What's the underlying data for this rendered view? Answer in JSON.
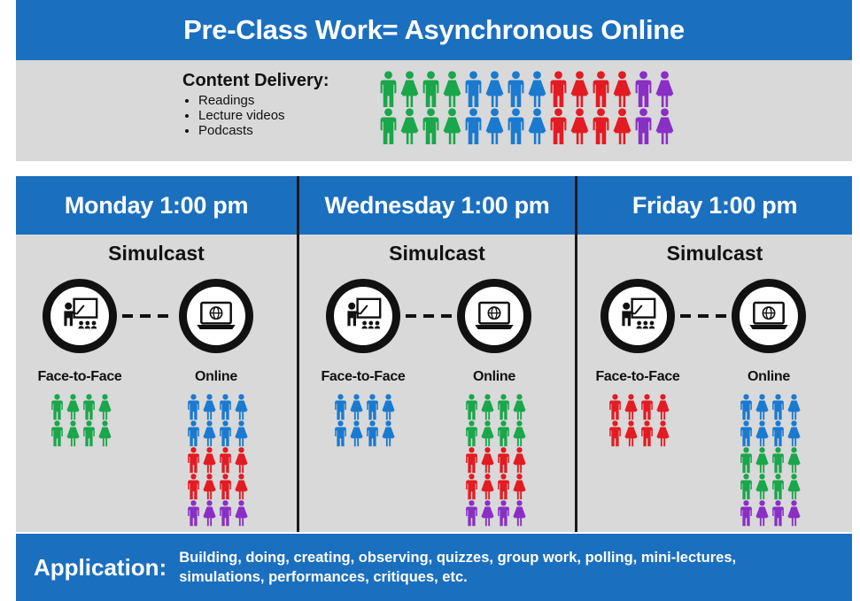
{
  "header": {
    "title": "Pre-Class Work= Asynchronous Online"
  },
  "content_delivery": {
    "heading": "Content Delivery:",
    "items": [
      "Readings",
      "Lecture videos",
      "Podcasts"
    ],
    "crowd_colors": [
      "green",
      "green",
      "green",
      "green",
      "blue",
      "blue",
      "blue",
      "blue",
      "red",
      "red",
      "red",
      "red",
      "purple",
      "purple"
    ]
  },
  "colors": {
    "banner": "#1b6fbf",
    "panel": "#d9d9d9",
    "green": "#1aa64b",
    "blue": "#1a7ad0",
    "red": "#e31b23",
    "purple": "#8a2fc6"
  },
  "days": [
    {
      "title": "Monday 1:00 pm",
      "mode": "Simulcast",
      "face_label": "Face-to-Face",
      "online_label": "Online",
      "face_groups": [
        "green",
        "green"
      ],
      "online_groups": [
        "blue",
        "blue",
        "red",
        "red",
        "purple"
      ]
    },
    {
      "title": "Wednesday 1:00 pm",
      "mode": "Simulcast",
      "face_label": "Face-to-Face",
      "online_label": "Online",
      "face_groups": [
        "blue",
        "blue"
      ],
      "online_groups": [
        "green",
        "green",
        "red",
        "red",
        "purple"
      ]
    },
    {
      "title": "Friday 1:00 pm",
      "mode": "Simulcast",
      "face_label": "Face-to-Face",
      "online_label": "Online",
      "face_groups": [
        "red",
        "red"
      ],
      "online_groups": [
        "blue",
        "blue",
        "green",
        "green",
        "purple"
      ]
    }
  ],
  "application": {
    "label": "Application:",
    "text": "Building, doing, creating, observing, quizzes, group work, polling, mini-lectures, simulations, performances, critiques, etc."
  },
  "icons": {
    "face": "teacher-presenting-icon",
    "online": "laptop-globe-icon"
  }
}
